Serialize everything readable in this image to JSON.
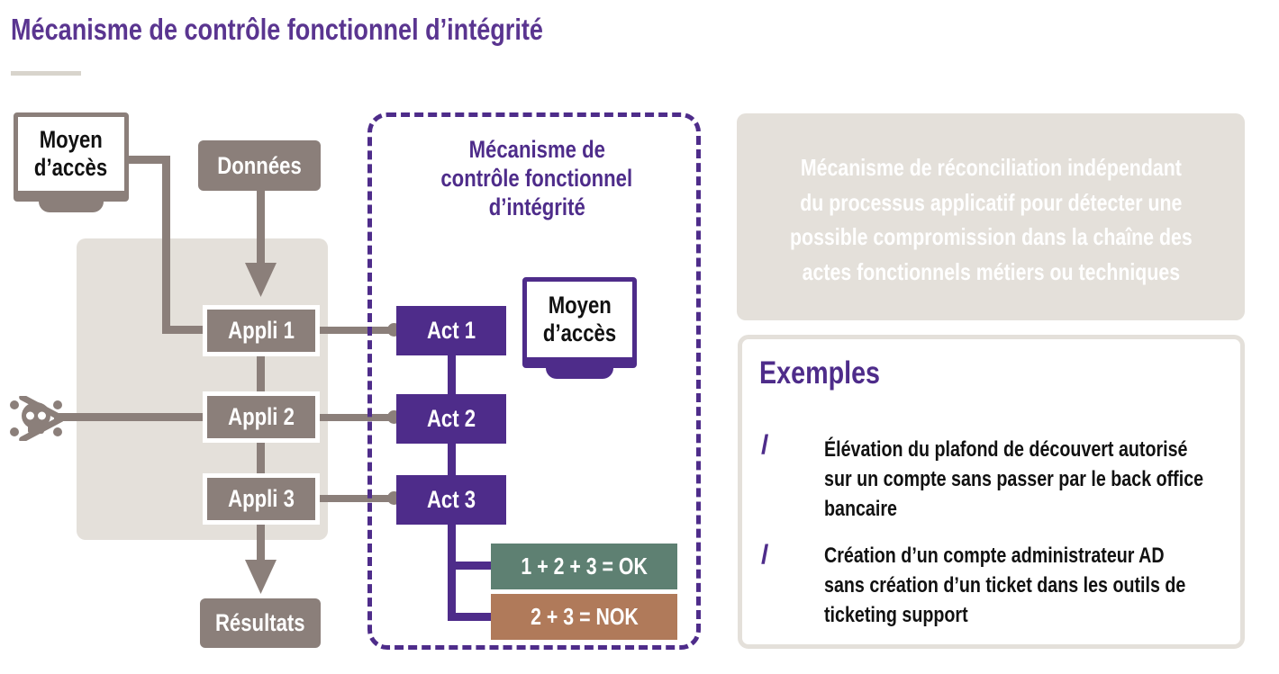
{
  "title": "Mécanisme de contrôle fonctionnel d’intégrité",
  "diagram": {
    "access_left": [
      "Moyen",
      "d’accès"
    ],
    "data_label": "Données",
    "results_label": "Résultats",
    "applis": [
      "Appli 1",
      "Appli 2",
      "Appli 3"
    ],
    "mechanism_title": [
      "Mécanisme de",
      "contrôle fonctionnel",
      "d’intégrité"
    ],
    "acts": [
      "Act 1",
      "Act 2",
      "Act 3"
    ],
    "access_right": [
      "Moyen",
      "d’accès"
    ],
    "ok_label": "1 + 2 + 3 = OK",
    "nok_label": "2 + 3 = NOK",
    "threat_icon": "skull-crossbones-icon"
  },
  "description": "Mécanisme de réconciliation indépendant\ndu processus applicatif pour détecter une\npossible compromission dans la chaîne des\nactes fonctionnels métiers ou techniques",
  "examples": {
    "title": "Exemples",
    "bullet": "/",
    "items": [
      "Élévation du plafond de découvert autorisé\nsur un compte sans passer par le back office\nbancaire",
      "Création d’un compte administrateur AD\nsans création d’un ticket dans les outils de\nticketing support"
    ]
  },
  "colors": {
    "purple": "#4e2c8a",
    "grey": "#8b7f7a",
    "light_grey": "#e4e0da",
    "ok_green": "#5e8072",
    "nok_orange": "#b07a5a"
  }
}
